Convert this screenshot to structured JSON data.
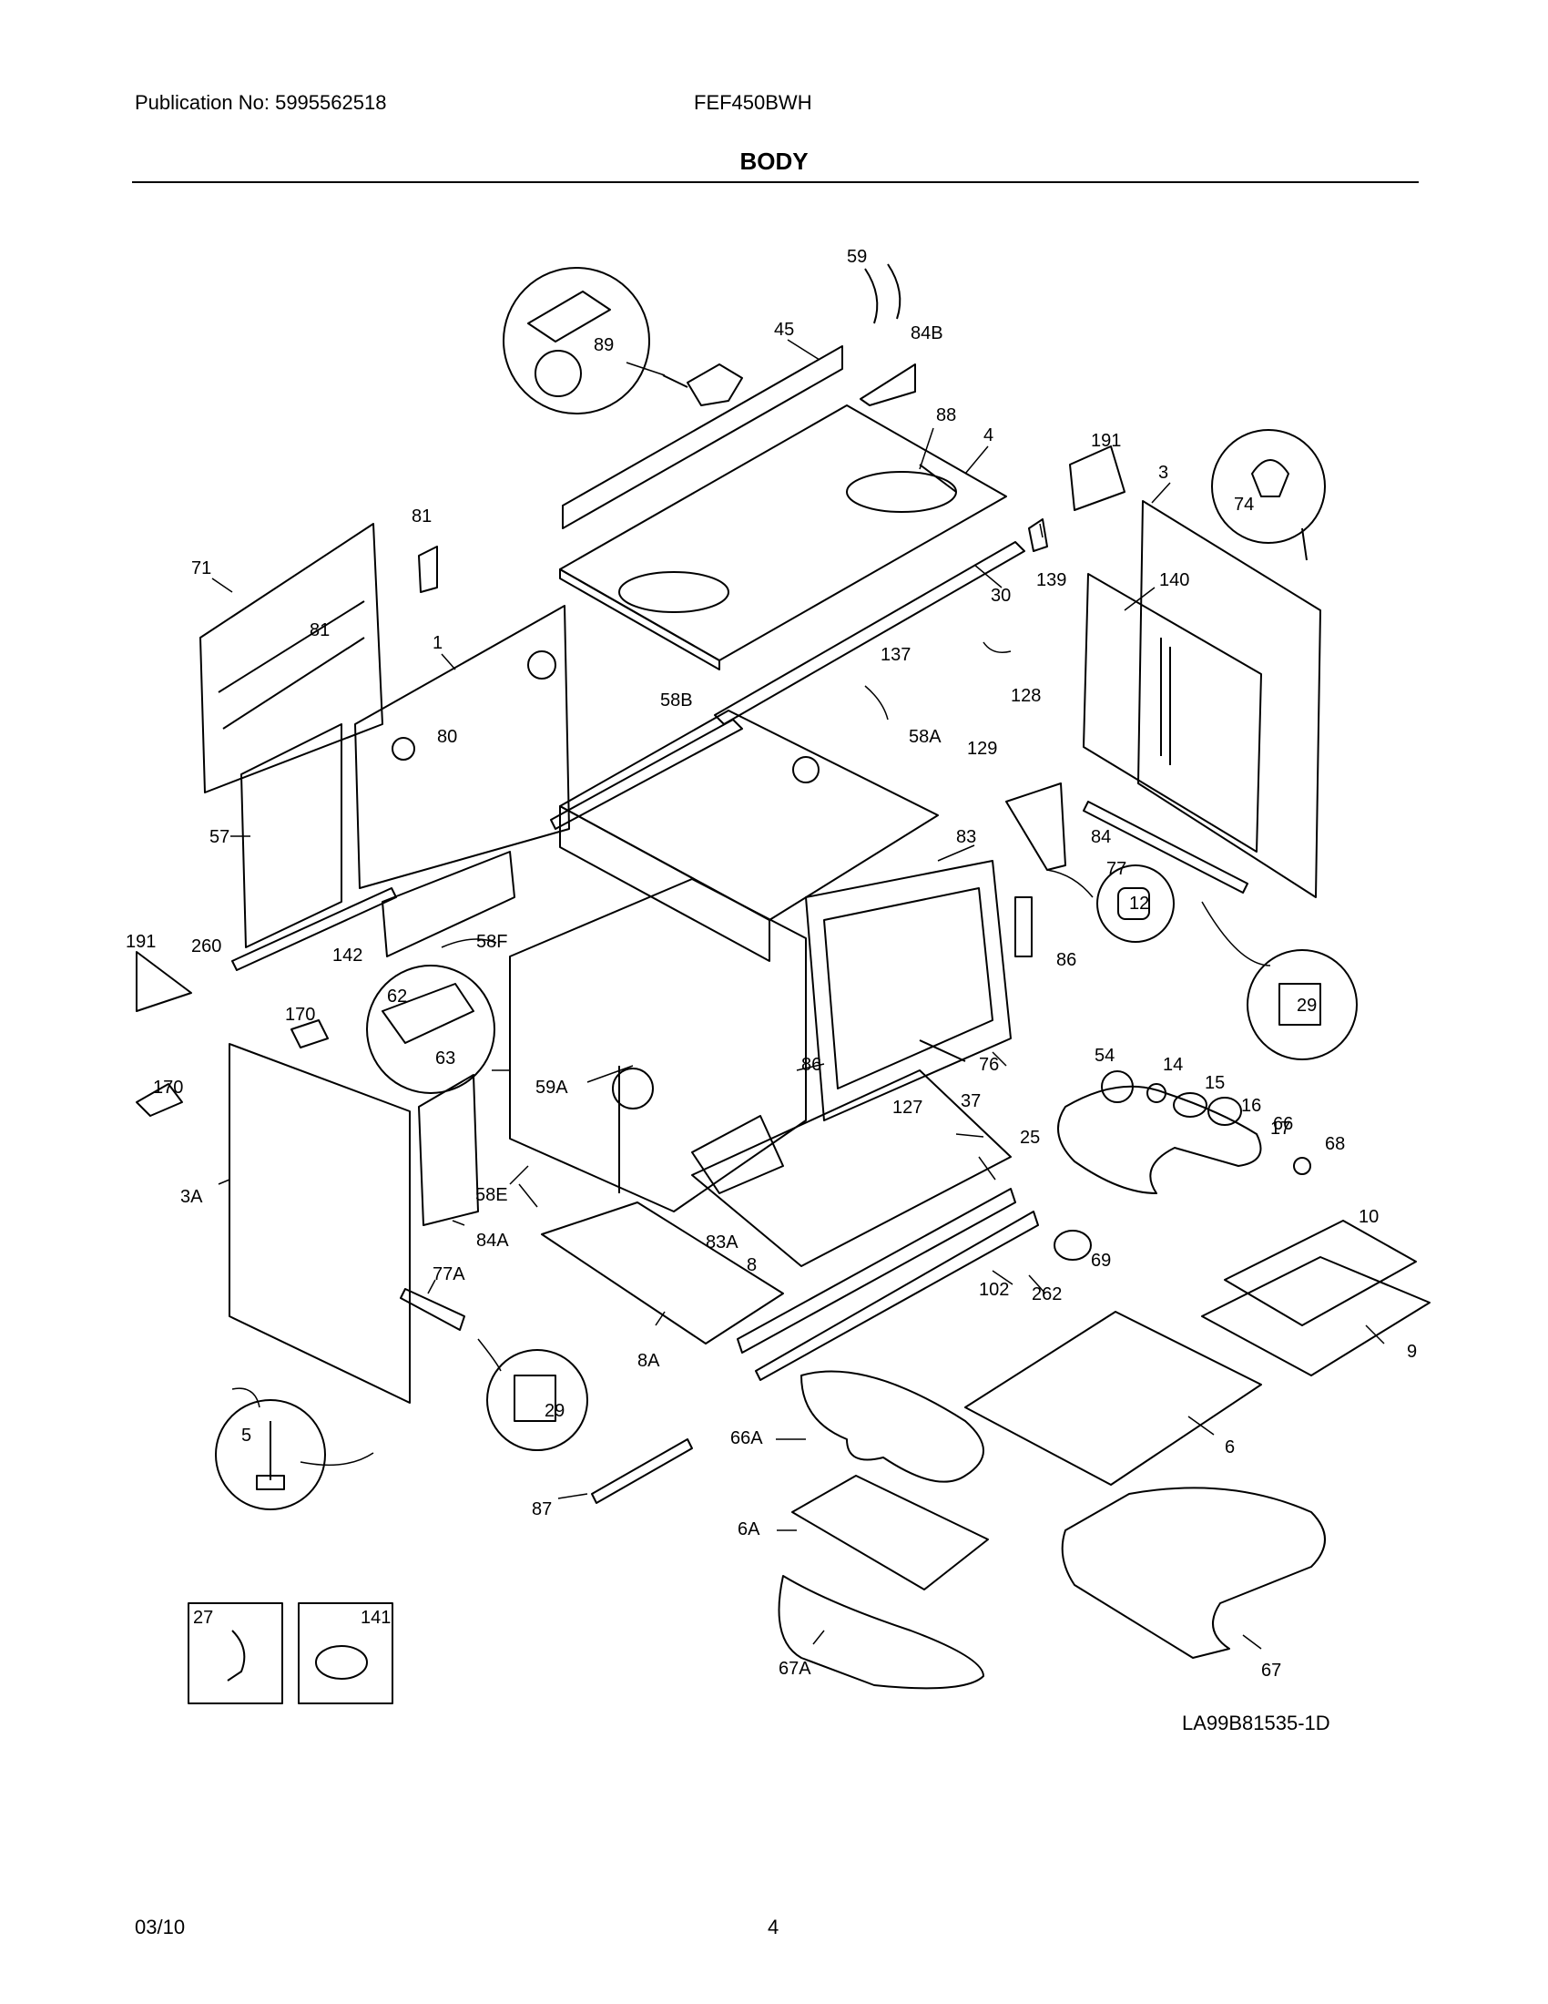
{
  "header": {
    "publication": "Publication No: 5995562518",
    "model": "FEF450BWH",
    "title": "BODY"
  },
  "footer": {
    "reference": "LA99B81535-1D",
    "date": "03/10",
    "page": "4"
  },
  "callouts": {
    "c59": "59",
    "c89": "89",
    "c45": "45",
    "c84B": "84B",
    "c88": "88",
    "c4": "4",
    "c191a": "191",
    "c3": "3",
    "c74": "74",
    "c81a": "81",
    "c71": "71",
    "c81b": "81",
    "c1": "1",
    "c30": "30",
    "c139": "139",
    "c140": "140",
    "c137": "137",
    "c128": "128",
    "c129": "129",
    "c58B": "58B",
    "c80": "80",
    "c58A": "58A",
    "c57": "57",
    "c84": "84",
    "c77": "77",
    "c83": "83",
    "c12": "12",
    "c191b": "191",
    "c260": "260",
    "c142": "142",
    "c58F": "58F",
    "c62": "62",
    "c170a": "170",
    "c63": "63",
    "c86a": "86",
    "c29a": "29",
    "c54": "54",
    "c14": "14",
    "c15": "15",
    "c16": "16",
    "c17": "17",
    "c127": "127",
    "c170b": "170",
    "c59A": "59A",
    "c86b": "86",
    "c76": "76",
    "c37": "37",
    "c66": "66",
    "c68": "68",
    "c25": "25",
    "c3A": "3A",
    "c58E": "58E",
    "c84A": "84A",
    "c83A": "83A",
    "c8": "8",
    "c10": "10",
    "c69": "69",
    "c77A": "77A",
    "c102": "102",
    "c262": "262",
    "c9": "9",
    "c8A": "8A",
    "c29b": "29",
    "c5": "5",
    "c66A": "66A",
    "c6": "6",
    "c87": "87",
    "c6A": "6A",
    "c27": "27",
    "c141": "141",
    "c67A": "67A",
    "c67": "67"
  }
}
